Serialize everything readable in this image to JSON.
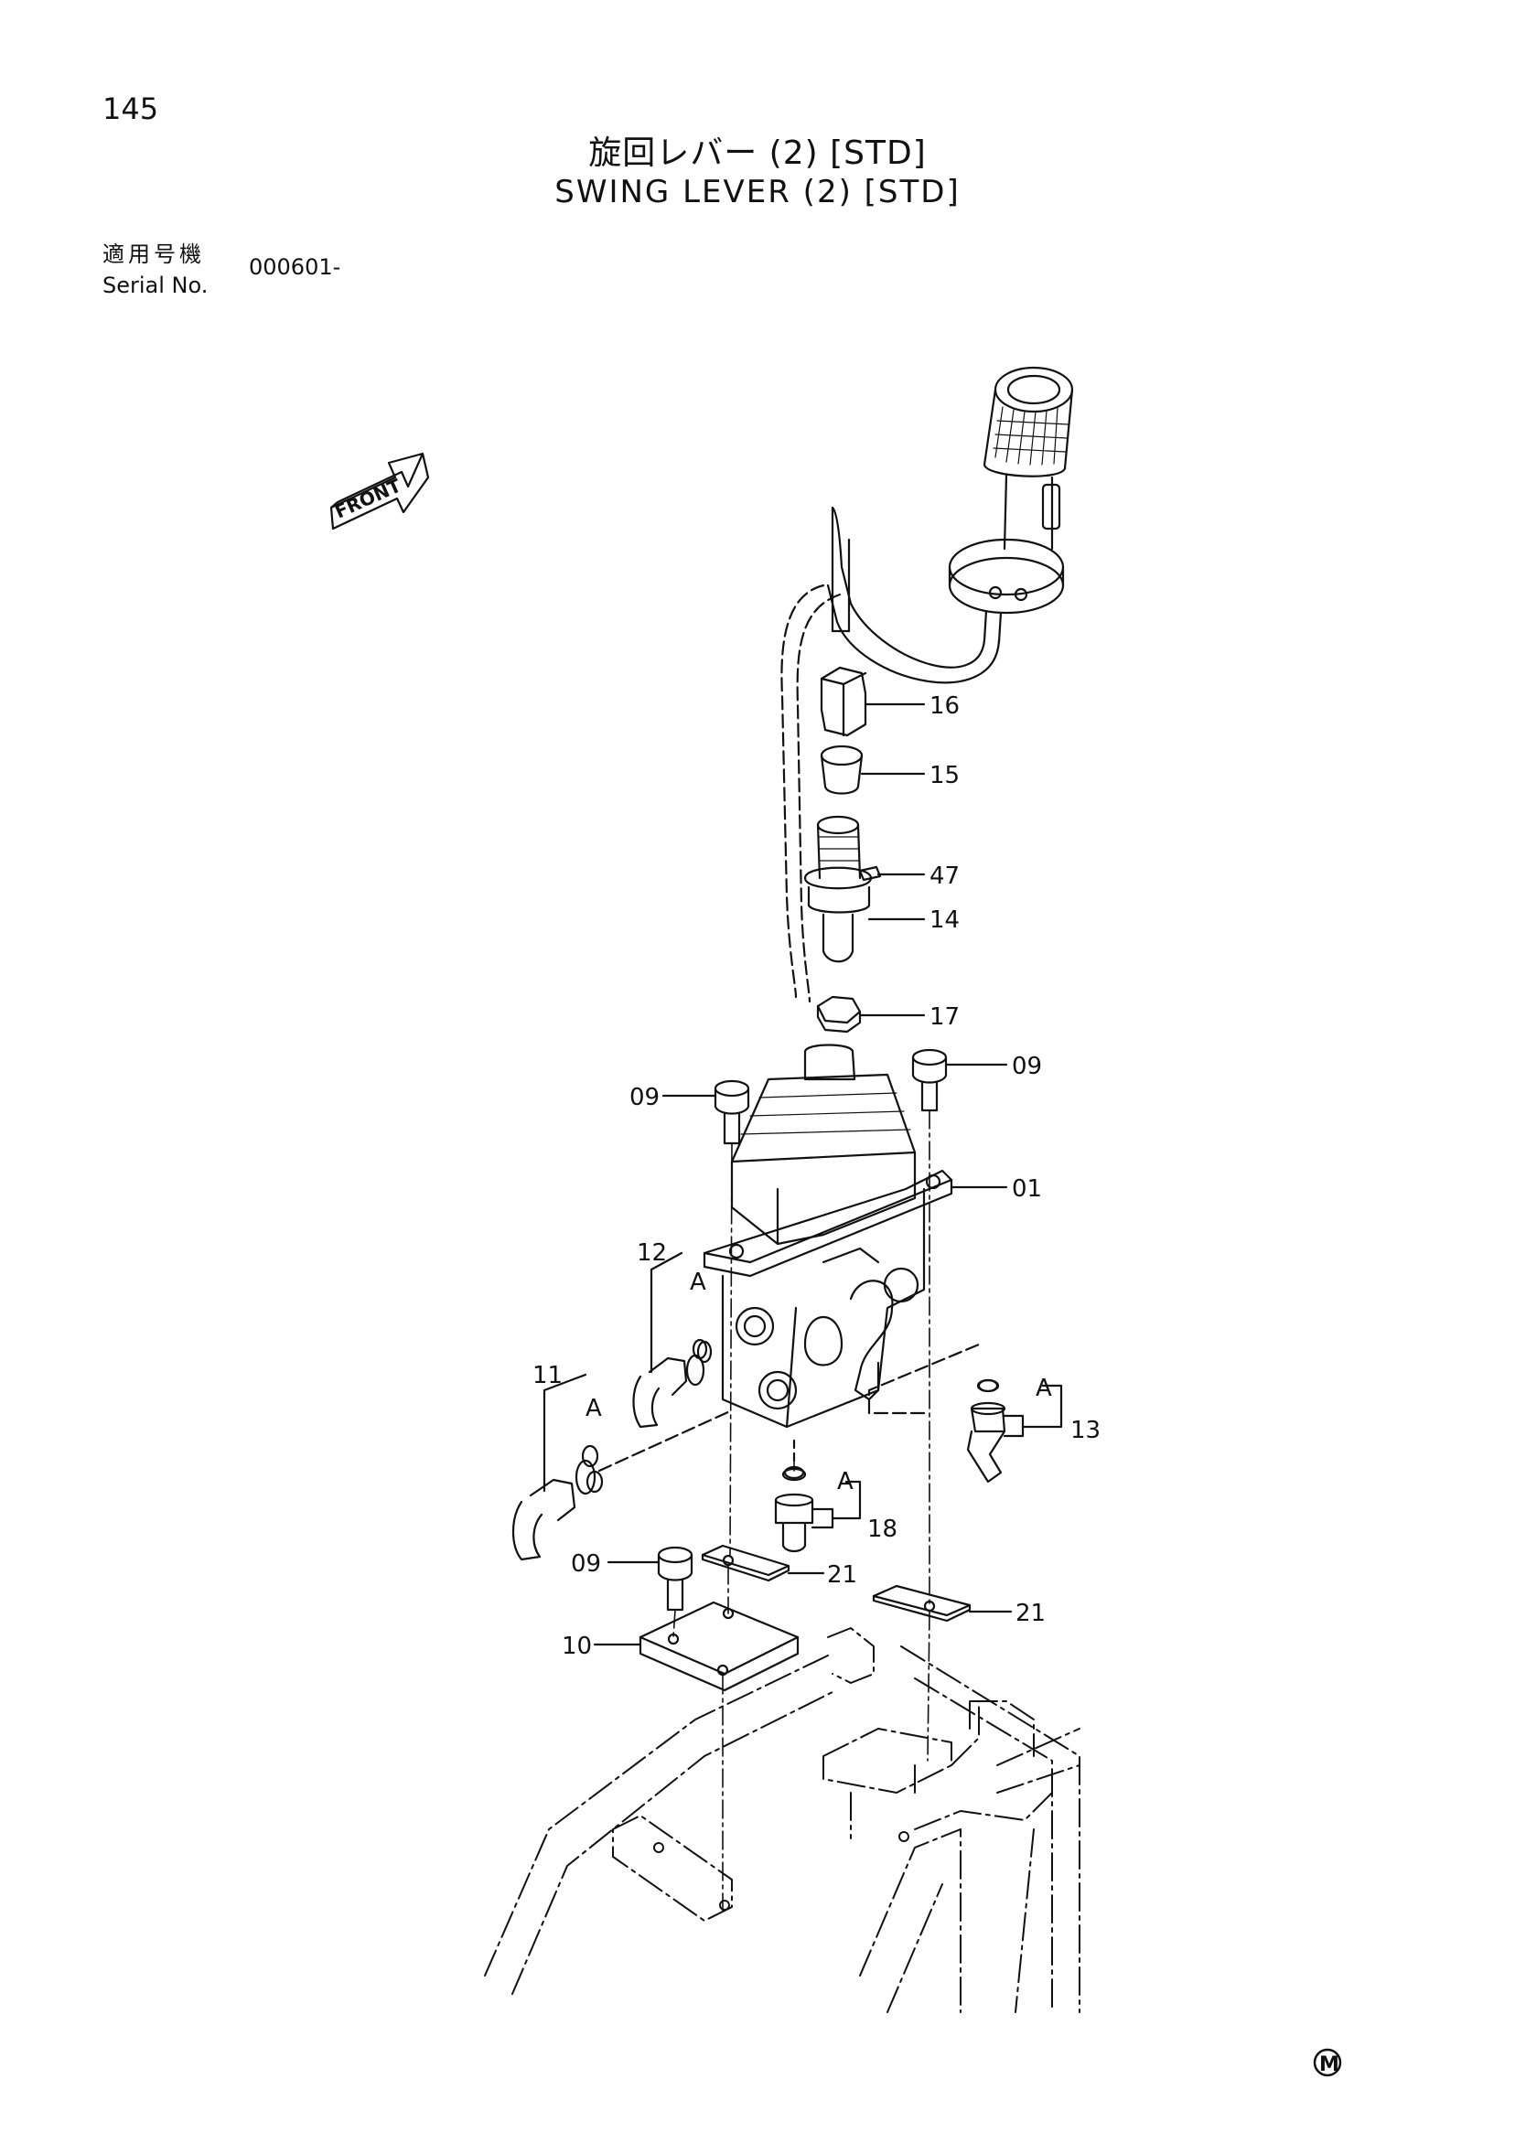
{
  "page": {
    "number": "145",
    "title_ja": "旋回レバー (2) [STD]",
    "title_en": "SWING LEVER (2) [STD]",
    "serial_label_ja": "適用号機",
    "serial_label_en": "Serial No.",
    "serial_number": "000601-"
  },
  "diagram": {
    "front_label": "FRONT",
    "callouts": [
      "16",
      "15",
      "47",
      "14",
      "17",
      "09",
      "09",
      "01",
      "12",
      "A",
      "11",
      "A",
      "A",
      "13",
      "A",
      "18",
      "09",
      "21",
      "10",
      "21"
    ],
    "mark": "M"
  }
}
